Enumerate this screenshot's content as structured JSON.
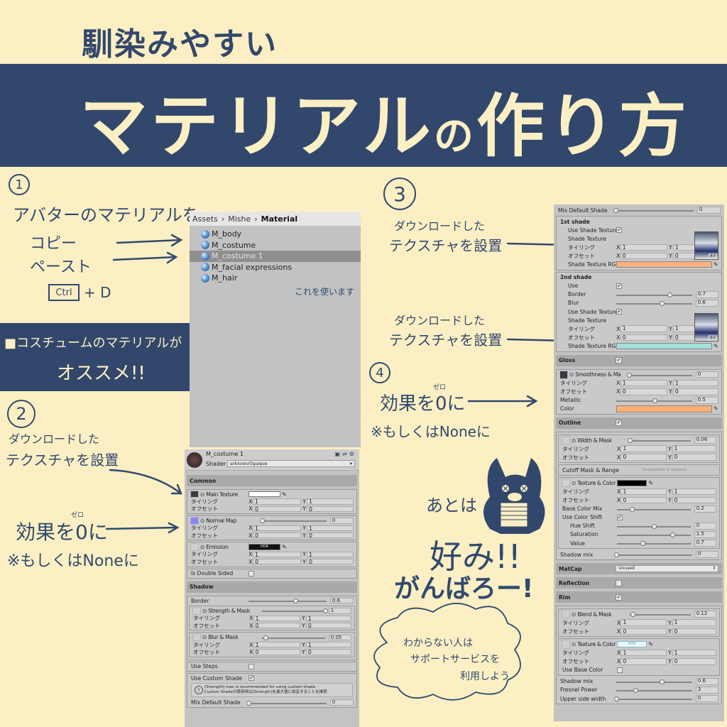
{
  "header": {
    "subtitle": "馴染みやすい",
    "title_main": "マテリアル",
    "title_particle": "の",
    "title_end": "作り方"
  },
  "colors": {
    "navy": "#32476c",
    "cream": "#fcefc3",
    "shade1": "#ffb080",
    "shade2": "#a2e0d8",
    "gloss": "#ffae72"
  },
  "step1": {
    "num": "1",
    "line1": "アバターのマテリアルを",
    "copy": "コピー",
    "paste": "ペースト",
    "key": "Ctrl",
    "plus": "+ D",
    "tip_line1": "■コスチュームのマテリアルが",
    "tip_line2": "オススメ!!"
  },
  "step2": {
    "num": "2",
    "download": "ダウンロードした",
    "texture": "テクスチャを設置",
    "effect": "効果を0に",
    "zero_ruby": "ゼロ",
    "or_none": "※もしくはNoneに"
  },
  "step3": {
    "num": "3",
    "download": "ダウンロードした",
    "texture": "テクスチャを設置",
    "download2": "ダウンロードした",
    "texture2": "テクスチャを設置"
  },
  "step4": {
    "num": "4",
    "effect": "効果を0に",
    "zero_ruby": "ゼロ",
    "or_none": "※もしくはNoneに"
  },
  "closing": {
    "line1": "あとは",
    "line2": "好み!!",
    "line3": "がんばろー!",
    "cloud": [
      "わからない人は",
      "サポートサービスを",
      "利用しよう"
    ]
  },
  "assets": {
    "breadcrumb": [
      "Assets",
      "Mishe",
      "Material"
    ],
    "items": [
      {
        "name": "M_body",
        "selected": false
      },
      {
        "name": "M_costume",
        "selected": false
      },
      {
        "name": "M_costume 1",
        "selected": true
      },
      {
        "name": "M_facial expressions",
        "selected": false
      },
      {
        "name": "M_hair",
        "selected": false
      }
    ],
    "note": "これを使います"
  },
  "inspector": {
    "material_name": "M_costume 1",
    "shader_label": "Shader",
    "shader_value": "arktoon/Opaque",
    "sections": [
      {
        "t": "head",
        "label": "Common"
      },
      {
        "t": "group",
        "items": [
          {
            "t": "tex",
            "label": "Main Texture",
            "slot": "dark",
            "swatch": "#ffffff",
            "pipette": true
          },
          {
            "t": "xy",
            "label": "タイリング",
            "x": "1",
            "y": "1"
          },
          {
            "t": "xy",
            "label": "オフセット",
            "x": "0",
            "y": "0"
          }
        ]
      },
      {
        "t": "group",
        "items": [
          {
            "t": "tex",
            "label": "Normal Map",
            "slot": "blue",
            "level": 0,
            "value": "0"
          },
          {
            "t": "xy",
            "label": "タイリング",
            "x": "1",
            "y": "1"
          },
          {
            "t": "xy",
            "label": "オフセット",
            "x": "0",
            "y": "0"
          }
        ]
      },
      {
        "t": "group",
        "items": [
          {
            "t": "tex",
            "label": "Emission",
            "slot": "empty",
            "hdr": "HDR",
            "pipette": true
          },
          {
            "t": "xy",
            "label": "タイリング",
            "x": "1",
            "y": "1"
          },
          {
            "t": "xy",
            "label": "オフセット",
            "x": "0",
            "y": "0"
          }
        ]
      },
      {
        "t": "group",
        "items": [
          {
            "t": "check",
            "label": "Is Double Sided",
            "checked": false
          }
        ]
      },
      {
        "t": "head",
        "label": "Shadow"
      },
      {
        "t": "group",
        "items": [
          {
            "t": "slider",
            "label": "Border",
            "level": 0.6,
            "value": "0.6"
          },
          {
            "t": "group",
            "items": [
              {
                "t": "tex",
                "label": "Strength & Mask",
                "slot": "empty",
                "level": 1,
                "value": "1"
              },
              {
                "t": "xy",
                "label": "タイリング",
                "x": "1",
                "y": "1"
              },
              {
                "t": "xy",
                "label": "オフセット",
                "x": "0",
                "y": "0"
              }
            ]
          },
          {
            "t": "group",
            "items": [
              {
                "t": "tex",
                "label": "Blur & Mask",
                "slot": "empty",
                "level": 0.05,
                "value": "0.05"
              },
              {
                "t": "xy",
                "label": "タイリング",
                "x": "1",
                "y": "1"
              },
              {
                "t": "xy",
                "label": "オフセット",
                "x": "0",
                "y": "0"
              }
            ]
          }
        ]
      },
      {
        "t": "group",
        "items": [
          {
            "t": "check",
            "label": "Use Steps",
            "checked": false
          }
        ]
      },
      {
        "t": "group",
        "items": [
          {
            "t": "check",
            "label": "Use Custom Shade",
            "checked": true
          },
          {
            "t": "info",
            "lines": [
              "[Strength] max is recommended for using custom shade.",
              "Custom Shadeの使用時は[Strength]を最大値に設定することを推奨"
            ]
          },
          {
            "t": "slider",
            "label": "Mix Default Shade",
            "level": 0,
            "value": "0"
          }
        ]
      }
    ]
  },
  "inspector2": {
    "sections": [
      {
        "t": "slider",
        "label": "Mix Default Shade",
        "level": 0,
        "value": "0"
      },
      {
        "t": "group",
        "items": [
          {
            "t": "text",
            "label": "1st shade",
            "bold": true
          },
          {
            "t": "check",
            "label": "Use Shade Texture",
            "checked": true,
            "indent": true
          },
          {
            "t": "thumb",
            "label": "Shade Texture",
            "indent": true,
            "button": "選択"
          },
          {
            "t": "xy",
            "label": "タイリング",
            "x": "1",
            "y": "1",
            "indent": true
          },
          {
            "t": "xy",
            "label": "オフセット",
            "x": "0",
            "y": "0",
            "indent": true
          },
          {
            "t": "color",
            "label": "Shade Texture RGB",
            "color": "#ffb080",
            "indent": true
          }
        ]
      },
      {
        "t": "group",
        "items": [
          {
            "t": "text",
            "label": "2nd shade",
            "bold": true
          },
          {
            "t": "check",
            "label": "Use",
            "checked": true,
            "indent": true
          },
          {
            "t": "slider",
            "label": "Border",
            "level": 0.7,
            "value": "0.7",
            "indent": true
          },
          {
            "t": "slider",
            "label": "Blur",
            "level": 0.6,
            "value": "0.6",
            "indent": true
          },
          {
            "t": "check",
            "label": "Use Shade Texture",
            "checked": true,
            "indent": true
          },
          {
            "t": "thumb",
            "label": "Shade Texture",
            "indent": true,
            "button": "選択"
          },
          {
            "t": "xy",
            "label": "タイリング",
            "x": "1",
            "y": "1",
            "indent": true
          },
          {
            "t": "xy",
            "label": "オフセット",
            "x": "0",
            "y": "0",
            "indent": true
          },
          {
            "t": "color",
            "label": "Shade Texture RGB",
            "color": "#a2e0d8",
            "indent": true
          }
        ]
      },
      {
        "t": "head",
        "label": "Gloss",
        "check": true
      },
      {
        "t": "group",
        "items": [
          {
            "t": "tex",
            "label": "Smoothness & Ma",
            "slot": "dark",
            "level": 0,
            "value": "0"
          },
          {
            "t": "xy",
            "label": "タイリング",
            "x": "1",
            "y": "1"
          },
          {
            "t": "xy",
            "label": "オフセット",
            "x": "0",
            "y": "0"
          },
          {
            "t": "slider",
            "label": "Metallic",
            "level": 0.5,
            "value": "0.5"
          },
          {
            "t": "color",
            "label": "Color",
            "color": "#ffae72"
          }
        ]
      },
      {
        "t": "head",
        "label": "Outline",
        "check": true
      },
      {
        "t": "group",
        "items": [
          {
            "t": "group",
            "items": [
              {
                "t": "tex",
                "label": "Width & Mask",
                "slot": "empty",
                "level": 0,
                "value": "0.06"
              },
              {
                "t": "xy",
                "label": "タイリング",
                "x": "1",
                "y": "1"
              },
              {
                "t": "xy",
                "label": "オフセット",
                "x": "0",
                "y": "0"
              }
            ]
          },
          {
            "t": "group",
            "items": [
              {
                "t": "text",
                "label": "Cutoff Mask & Range",
                "note": "Unavailable in Opaque"
              }
            ]
          },
          {
            "t": "group",
            "items": [
              {
                "t": "tex",
                "label": "Texture & Color",
                "slot": "empty",
                "swatch": "#000000",
                "pipette": true
              },
              {
                "t": "xy",
                "label": "タイリング",
                "x": "1",
                "y": "1"
              },
              {
                "t": "xy",
                "label": "オフセット",
                "x": "0",
                "y": "0"
              },
              {
                "t": "slider",
                "label": "Base Color Mix",
                "level": 0.2,
                "value": "0.2"
              },
              {
                "t": "check",
                "label": "Use Color Shift",
                "checked": true
              },
              {
                "t": "slider",
                "label": "Hue Shift",
                "level": 0.5,
                "value": "0",
                "indent": true
              },
              {
                "t": "slider",
                "label": "Saturation",
                "level": 0.75,
                "value": "1.5",
                "indent": true
              },
              {
                "t": "slider",
                "label": "Value",
                "level": 0.35,
                "value": "0.7",
                "indent": true
              }
            ]
          },
          {
            "t": "slider",
            "label": "Shadow mix",
            "level": 0,
            "value": "0"
          }
        ]
      },
      {
        "t": "head",
        "label": "MatCap",
        "dropdown": "Unused"
      },
      {
        "t": "head",
        "label": "Reflection",
        "check": false
      },
      {
        "t": "head",
        "label": "Rim",
        "check": true
      },
      {
        "t": "group",
        "items": [
          {
            "t": "group",
            "items": [
              {
                "t": "tex",
                "label": "Blend & Mask",
                "slot": "empty",
                "level": 0.05,
                "value": "0.12"
              },
              {
                "t": "xy",
                "label": "タイリング",
                "x": "1",
                "y": "1"
              },
              {
                "t": "xy",
                "label": "オフセット",
                "x": "0",
                "y": "0"
              }
            ]
          },
          {
            "t": "group",
            "items": [
              {
                "t": "tex",
                "label": "Texture & Color",
                "slot": "empty",
                "hdr": "HDR",
                "hdr_light": true,
                "pipette": true
              },
              {
                "t": "xy",
                "label": "タイリング",
                "x": "1",
                "y": "1"
              },
              {
                "t": "xy",
                "label": "オフセット",
                "x": "0",
                "y": "0"
              },
              {
                "t": "check",
                "label": "Use Base Color",
                "checked": false
              }
            ]
          },
          {
            "t": "slider",
            "label": "Shadow mix",
            "level": 0.6,
            "value": "0.6"
          },
          {
            "t": "slider",
            "label": "Fresnel Power",
            "level": 0.25,
            "value": "3"
          },
          {
            "t": "slider",
            "label": "Upper side width",
            "level": 0,
            "value": "0"
          }
        ]
      }
    ]
  }
}
